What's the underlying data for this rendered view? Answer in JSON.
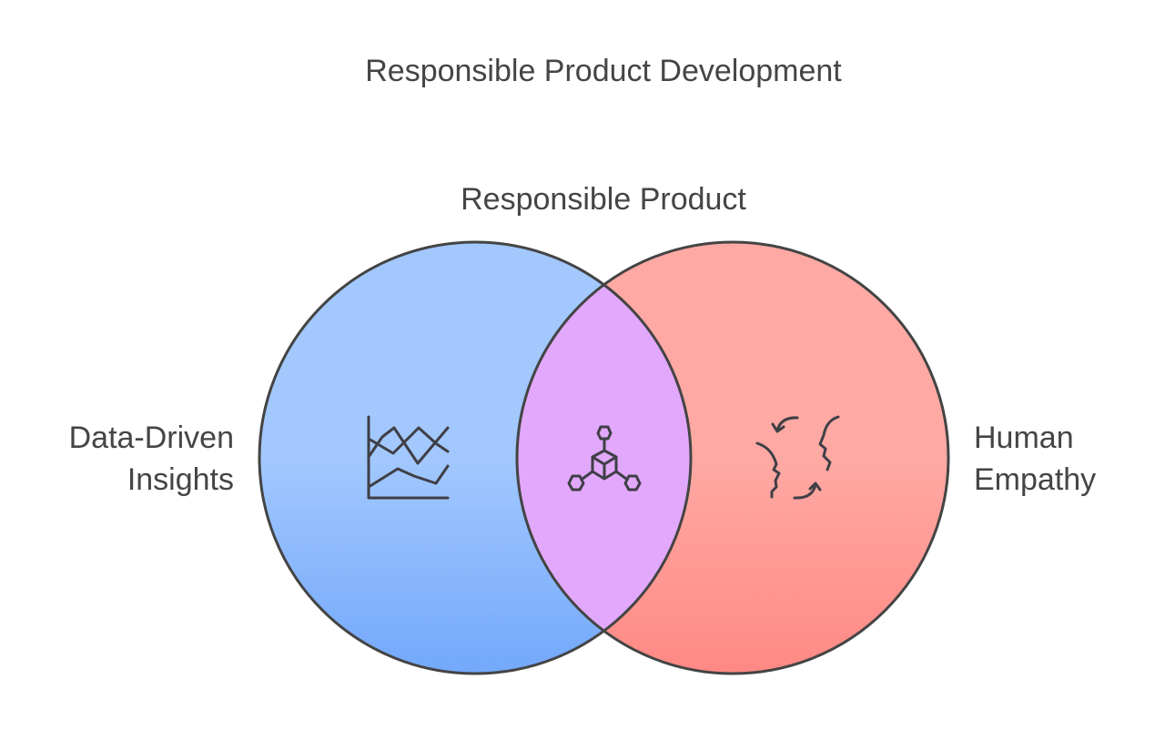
{
  "title": "Responsible Product Development",
  "intersection": {
    "label": "Responsible Product",
    "icon": "cube-network-icon",
    "color": "#E2A8FB"
  },
  "left_set": {
    "label_line1": "Data-Driven",
    "label_line2": "Insights",
    "icon": "line-chart-icon",
    "color_top": "#A2C8FE",
    "color_bottom": "#73A8FB"
  },
  "right_set": {
    "label_line1": "Human",
    "label_line2": "Empathy",
    "icon": "faces-dialogue-icon",
    "color_top": "#FFA9A4",
    "color_bottom": "#FF8984"
  }
}
